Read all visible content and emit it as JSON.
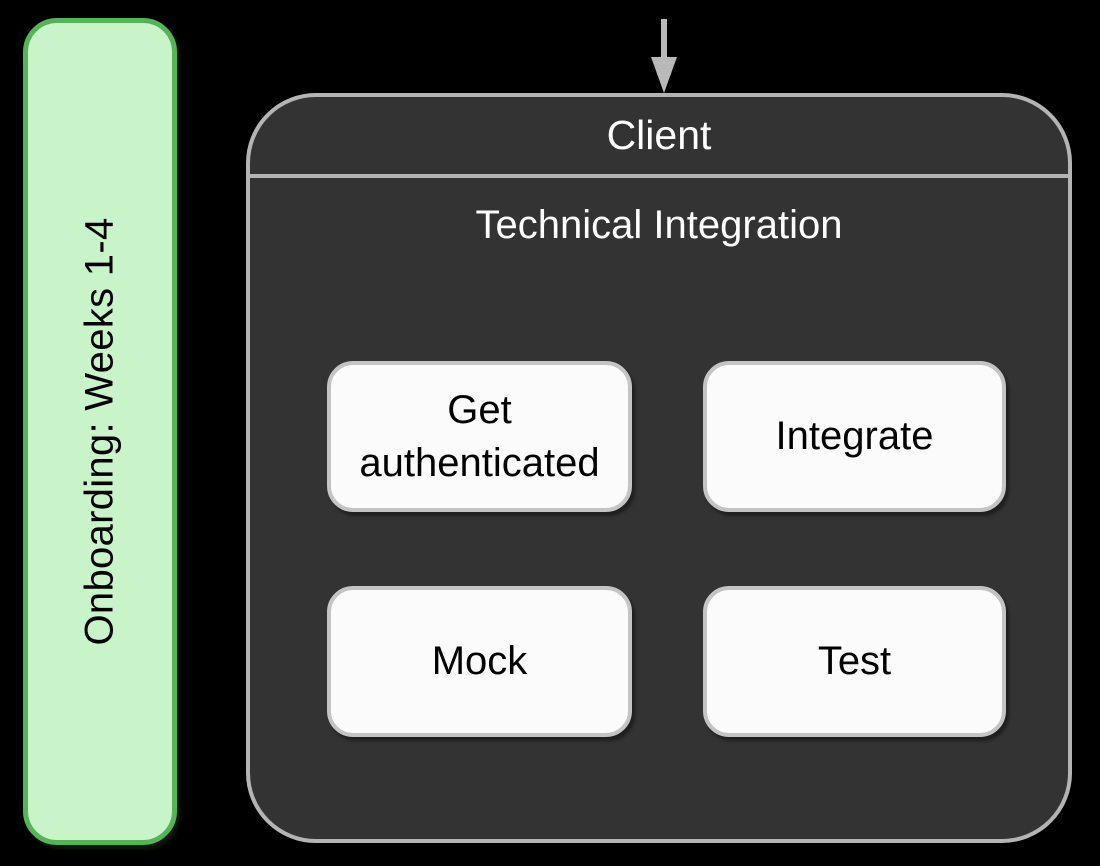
{
  "background_color": "#000000",
  "lane": {
    "label": "Onboarding: Weeks 1-4",
    "fill_color": "#c9f3c8",
    "stroke_color": "#55b457",
    "text_color": "#000000"
  },
  "arrow": {
    "name": "down-arrow",
    "color": "#b9b9b9"
  },
  "client": {
    "title": "Client",
    "section_title": "Technical Integration",
    "fill_color": "#333333",
    "stroke_color": "#b4b4b4",
    "text_color": "#ffffff",
    "nodes": [
      {
        "label": "Get authenticated"
      },
      {
        "label": "Integrate"
      },
      {
        "label": "Mock"
      },
      {
        "label": "Test"
      }
    ]
  }
}
